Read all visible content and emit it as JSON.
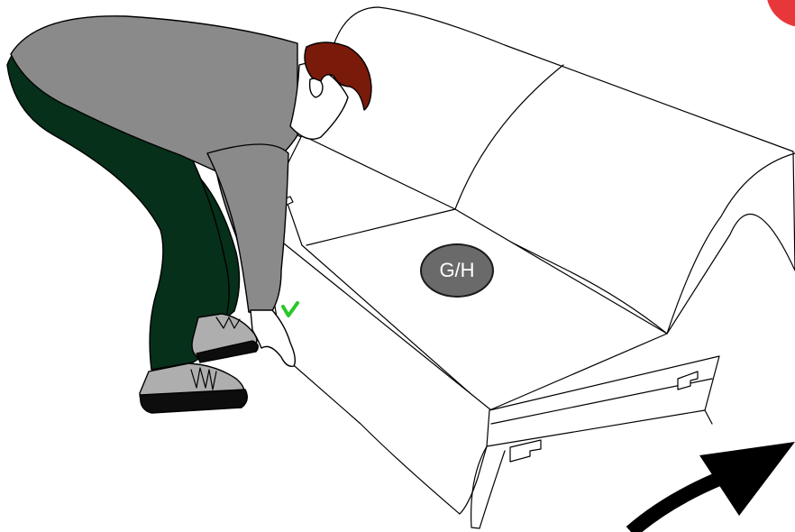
{
  "illustration": {
    "badge_label": "G/H",
    "colors": {
      "shirt": "#8a8a8a",
      "trousers": "#06301a",
      "hair": "#7a1a0a",
      "shoe_upper": "#aeaeae",
      "shoe_sole": "#0d0d0d",
      "badge_fill": "#6a6a6a",
      "corner_mark": "#e8373a",
      "check_mark": "#28c828",
      "arrow": "#000000",
      "outline": "#000000"
    },
    "icons": [
      "person-lifting-sofa",
      "sofa-outline",
      "curved-arrow-icon",
      "check-mark-icon",
      "red-corner-mark"
    ]
  }
}
